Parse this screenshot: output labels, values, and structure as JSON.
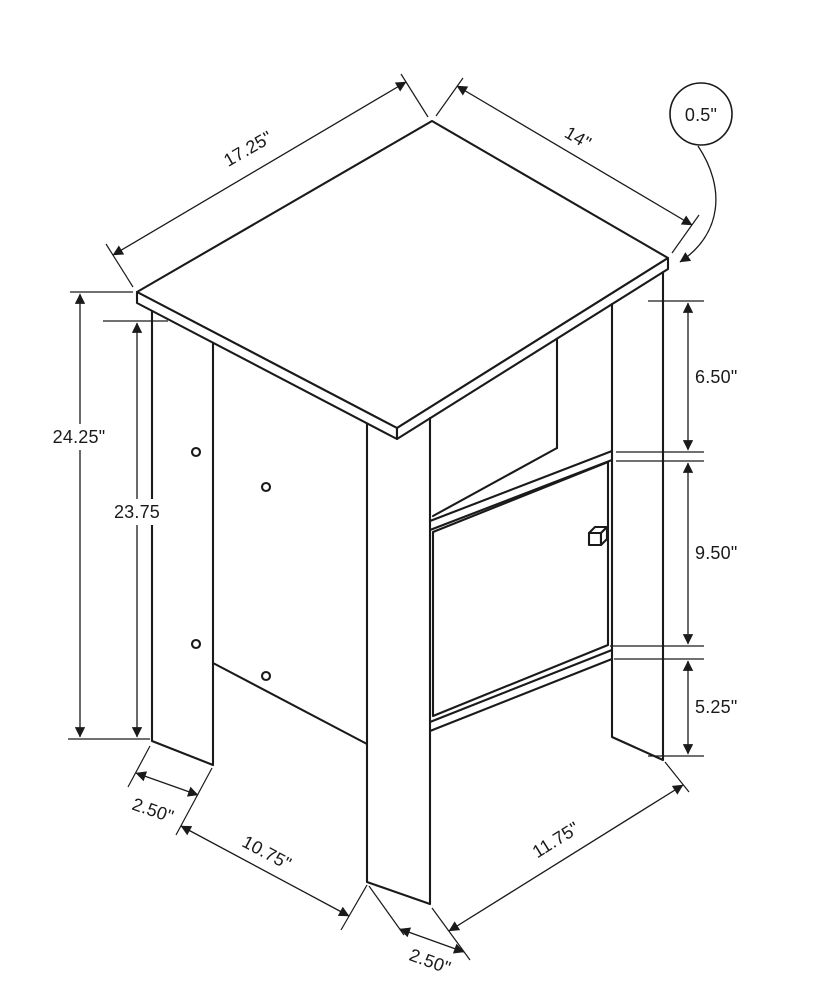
{
  "diagram": {
    "kind": "furniture-dimension-line-drawing",
    "subject": "accent end table with open shelf and cabinet door",
    "background_color": "#ffffff",
    "line_color": "#1a1a1a",
    "labels": {
      "top_left_edge": "17.25\"",
      "top_right_edge": "14\"",
      "top_thickness": "0.5\"",
      "overall_height": "24.25\"",
      "inner_height": "23.75",
      "upper_opening_height": "6.50\"",
      "door_section_height": "9.50\"",
      "bottom_clearance_height": "5.25\"",
      "rear_leg_width": "2.50\"",
      "left_base_span": "10.75\"",
      "right_base_span": "11.75\"",
      "front_leg_width": "2.50\""
    }
  }
}
